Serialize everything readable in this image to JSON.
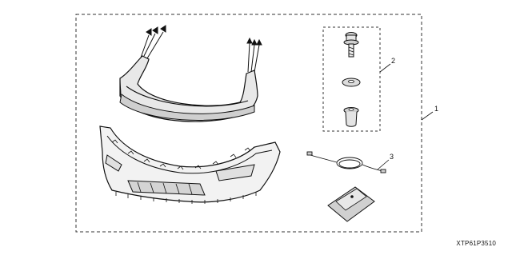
{
  "diagram": {
    "callouts": [
      {
        "id": "1",
        "label": "1"
      },
      {
        "id": "2",
        "label": "2"
      },
      {
        "id": "3",
        "label": "3"
      }
    ],
    "part_code": "XTP61P3510"
  },
  "colors": {
    "stroke": "#111111",
    "dash": "#333333",
    "shade": "#bdbdbd",
    "background": "#ffffff"
  }
}
